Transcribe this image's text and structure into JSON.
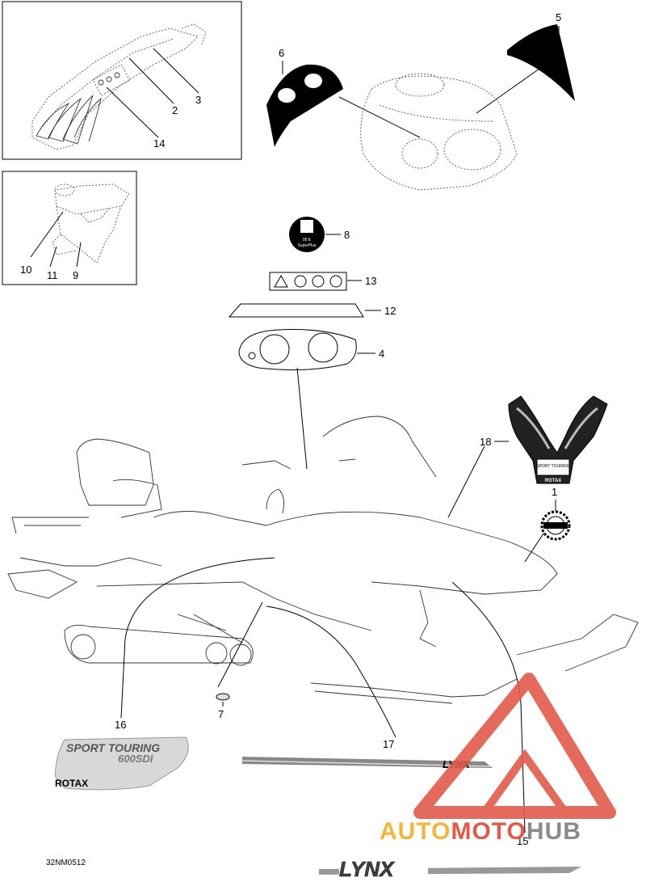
{
  "callouts": {
    "c1": "1",
    "c2": "2",
    "c3": "3",
    "c4": "4",
    "c5": "5",
    "c6": "6",
    "c7": "7",
    "c8": "8",
    "c9": "9",
    "c10": "10",
    "c11": "11",
    "c12": "12",
    "c13": "13",
    "c14": "14",
    "c15": "15",
    "c16": "16",
    "c17": "17",
    "c18": "18"
  },
  "decal_text": {
    "fuel_label_line1": "95 E",
    "fuel_label_line2": "SuperPlus",
    "sport_touring": "SPORT TOURING",
    "model": "600SDI",
    "rotax": "ROTAX",
    "lynx": "LYNX",
    "badge_sport_touring": "SPORT TOURING",
    "badge_rotax": "ROTAX"
  },
  "part_id": "32NM0512",
  "watermark": {
    "part1": "AUTO",
    "part2": "MOTO",
    "part3": "HUB"
  },
  "colors": {
    "line": "#000000",
    "watermark_yellow": "#f4b63a",
    "watermark_red": "#e25a4a",
    "watermark_gray": "#8a8a8a"
  }
}
